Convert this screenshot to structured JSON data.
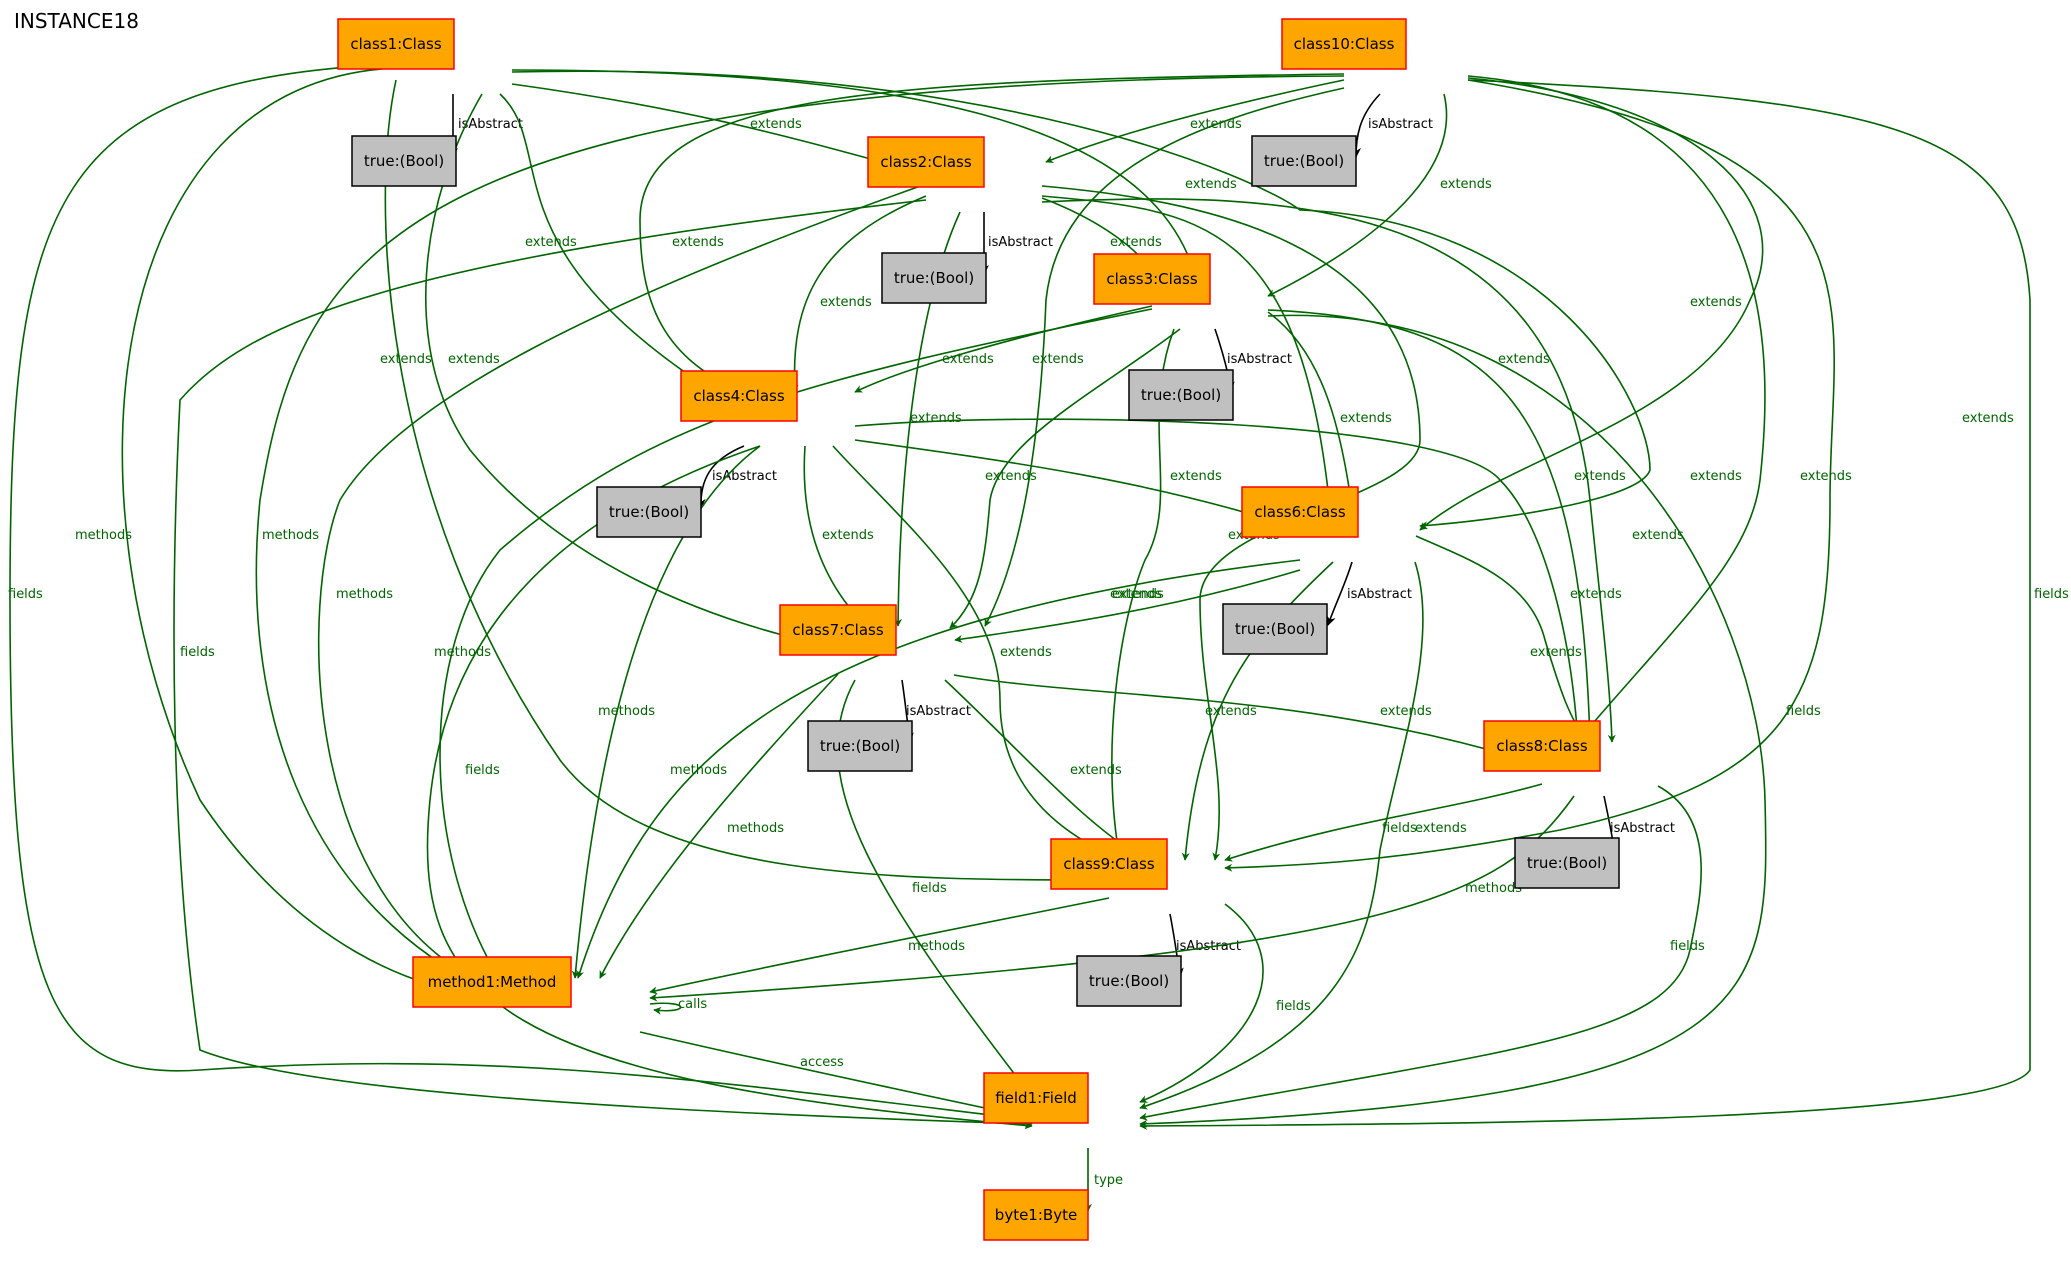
{
  "title": "INSTANCE18",
  "colors": {
    "class_fill": "#ffa500",
    "class_stroke": "#ff0000",
    "bool_fill": "#c0c0c0",
    "bool_stroke": "#000000",
    "edge_green": "#006400",
    "edge_black": "#000000"
  },
  "nodes": {
    "class1": "class1:Class",
    "class2": "class2:Class",
    "class3": "class3:Class",
    "class4": "class4:Class",
    "class6": "class6:Class",
    "class7": "class7:Class",
    "class8": "class8:Class",
    "class9": "class9:Class",
    "class10": "class10:Class",
    "method1": "method1:Method",
    "field1": "field1:Field",
    "byte1": "byte1:Byte",
    "bool": "true:(Bool)"
  },
  "edge_labels": {
    "extends": "extends",
    "isAbstract": "isAbstract",
    "methods": "methods",
    "fields": "fields",
    "calls": "calls",
    "access": "access",
    "type": "type"
  }
}
